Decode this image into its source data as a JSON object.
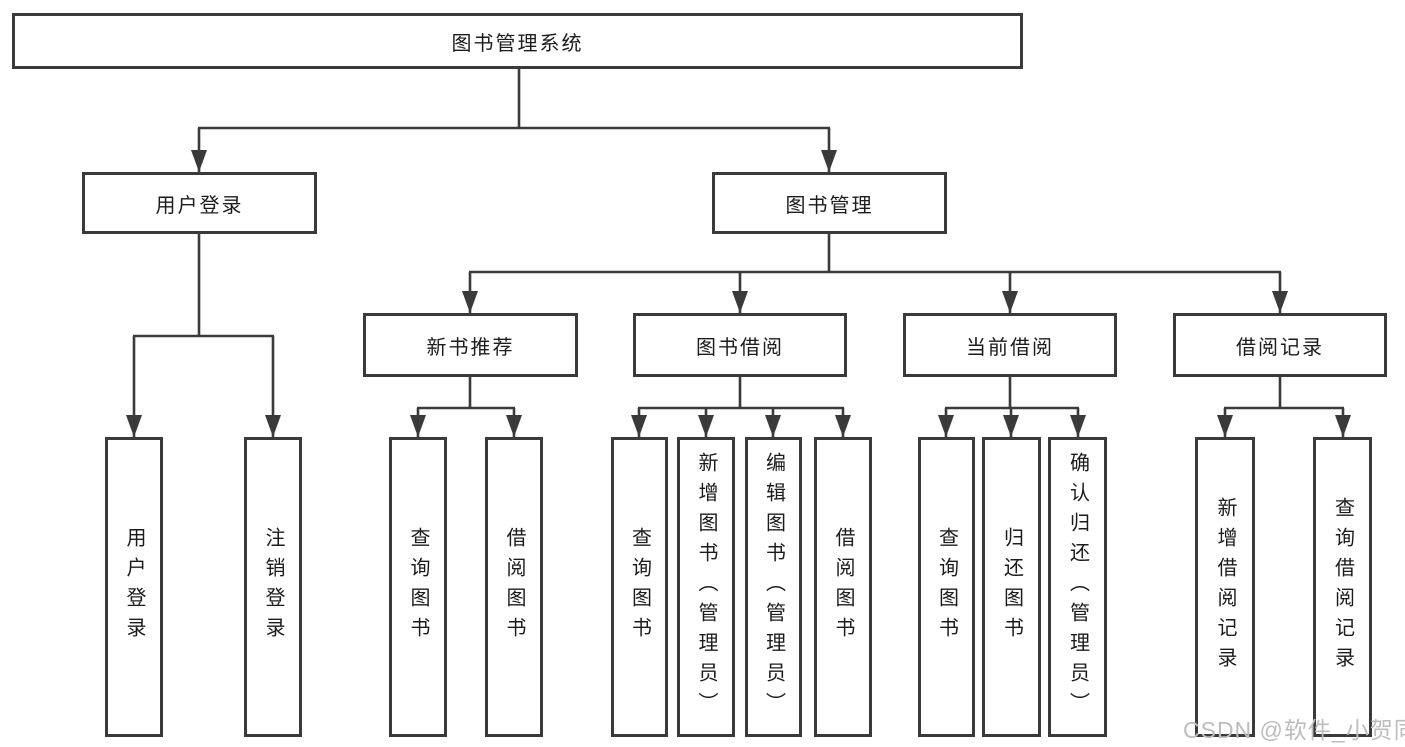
{
  "watermark": "CSDN @软件_小贺同学",
  "diagram": {
    "root": {
      "label": "图书管理系统"
    },
    "branches": [
      {
        "label": "用户登录",
        "children": [
          {
            "label": "用户登录"
          },
          {
            "label": "注销登录"
          }
        ]
      },
      {
        "label": "图书管理",
        "children": [
          {
            "label": "新书推荐",
            "children": [
              {
                "label": "查询图书"
              },
              {
                "label": "借阅图书"
              }
            ]
          },
          {
            "label": "图书借阅",
            "children": [
              {
                "label": "查询图书"
              },
              {
                "label": "新增图书（管理员）"
              },
              {
                "label": "编辑图书（管理员）"
              },
              {
                "label": "借阅图书"
              }
            ]
          },
          {
            "label": "当前借阅",
            "children": [
              {
                "label": "查询图书"
              },
              {
                "label": "归还图书"
              },
              {
                "label": "确认归还（管理员）"
              }
            ]
          },
          {
            "label": "借阅记录",
            "children": [
              {
                "label": "新增借阅记录"
              },
              {
                "label": "查询借阅记录"
              }
            ]
          }
        ]
      }
    ]
  }
}
